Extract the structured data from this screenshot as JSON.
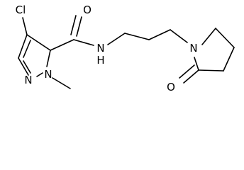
{
  "molecule": {
    "atoms": {
      "cl": "Cl",
      "o_amide": "O",
      "nh_amide": "N",
      "h_amide": "H",
      "n_pyrazole_ring": "N",
      "n_pyrazole_methyl": "N",
      "n_pyrrolidinone": "N",
      "o_lactam": "O"
    }
  }
}
